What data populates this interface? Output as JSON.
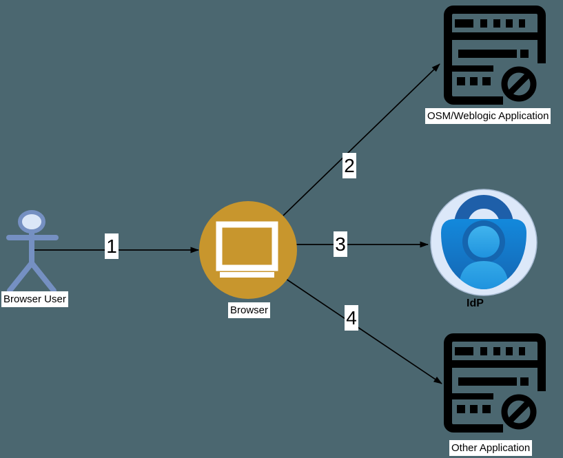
{
  "diagram": {
    "background": "#4b6770",
    "nodes": {
      "browser_user": {
        "label": "Browser User",
        "type": "actor"
      },
      "browser": {
        "label": "Browser",
        "type": "browser-circle"
      },
      "osm_app": {
        "label": "OSM/Weblogic Application",
        "type": "server-blocked"
      },
      "idp": {
        "label": "IdP",
        "type": "identity-provider"
      },
      "other_app": {
        "label": "Other Application",
        "type": "server-blocked"
      }
    },
    "edges": [
      {
        "label": "1",
        "from": "Browser User",
        "to": "Browser"
      },
      {
        "label": "2",
        "from": "Browser",
        "to": "OSM/Weblogic Application"
      },
      {
        "label": "3",
        "from": "Browser",
        "to": "IdP"
      },
      {
        "label": "4",
        "from": "Browser",
        "to": "Other Application"
      }
    ],
    "colors": {
      "background": "#4b6770",
      "browser_circle": "#c8962d",
      "actor_stroke": "#7590c2",
      "actor_fill": "#dbe7f8",
      "idp_circle_bg": "#dce8f9",
      "idp_lock_dark": "#1e5fa9",
      "idp_lock_body_top": "#1389dc",
      "idp_lock_body_bottom": "#1565b2",
      "idp_person": "#34a9e8",
      "server_icon": "#000000",
      "edge_line": "#000000",
      "label_bg": "#ffffff"
    }
  }
}
